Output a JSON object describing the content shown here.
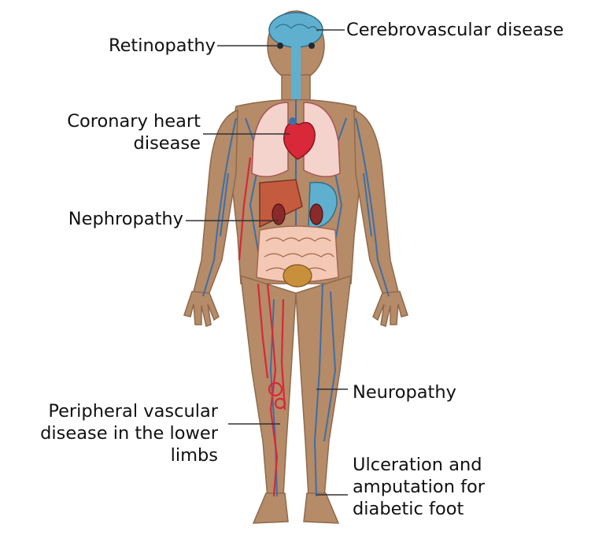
{
  "labels": {
    "retinopathy": "Retinopathy",
    "cerebrovascular": "Cerebrovascular disease",
    "coronary_line1": "Coronary heart",
    "coronary_line2": "disease",
    "nephropathy": "Nephropathy",
    "neuropathy": "Neuropathy",
    "peripheral_line1": "Peripheral vascular",
    "peripheral_line2": "disease in the lower",
    "peripheral_line3": "limbs",
    "ulceration_line1": "Ulceration and",
    "ulceration_line2": "amputation for",
    "ulceration_line3": "diabetic foot"
  },
  "colors": {
    "skin": "#b58b68",
    "skin_dark": "#8f6a4d",
    "vein": "#3c6fa8",
    "artery": "#d8283a",
    "brain": "#5fb0cf",
    "lung": "#f4d3cc",
    "liver": "#c45a3e",
    "intestine": "#f3c8b4",
    "bladder": "#c8903a",
    "leader_line": "#333333"
  }
}
